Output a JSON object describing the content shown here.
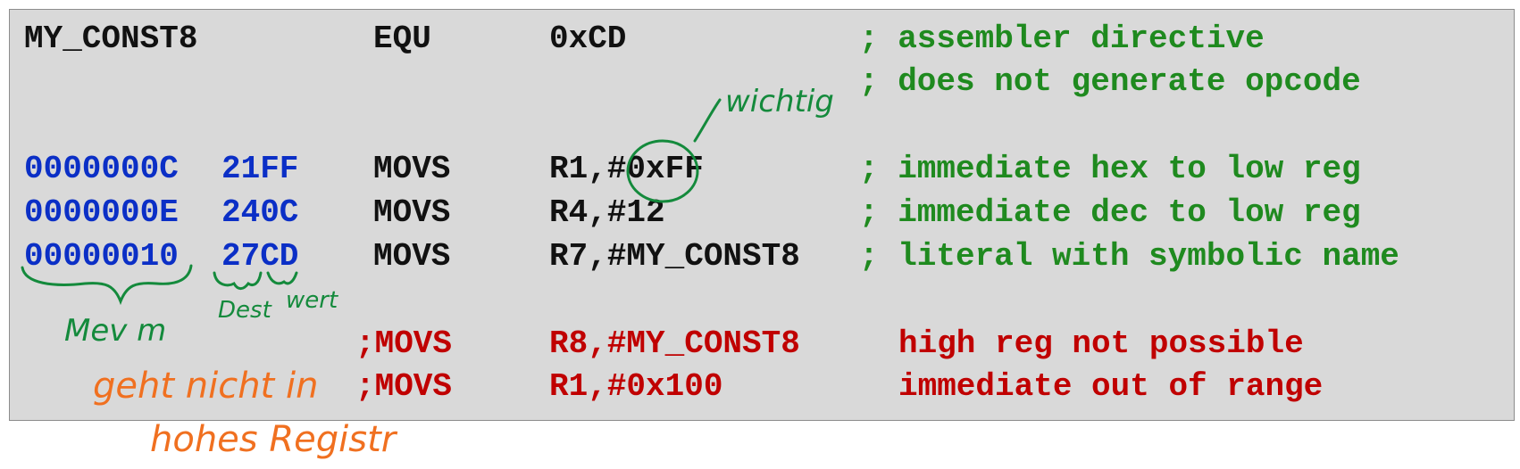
{
  "code_rows": [
    {
      "addr": "",
      "opcode": "",
      "mnemonic": "MY_CONST8",
      "directive": "EQU",
      "operand": "0xCD",
      "comment": "; assembler directive"
    },
    {
      "comment": "; does not generate opcode"
    },
    {
      "addr": "0000000C",
      "opcode": "21FF",
      "mnemonic": "MOVS",
      "operand": "R1,#0xFF",
      "comment": "; immediate hex to low reg"
    },
    {
      "addr": "0000000E",
      "opcode": "240C",
      "mnemonic": "MOVS",
      "operand": "R4,#12",
      "comment": "; immediate dec to low reg"
    },
    {
      "addr": "00000010",
      "opcode": "27CD",
      "mnemonic": "MOVS",
      "operand": "R7,#MY_CONST8",
      "comment": "; literal with symbolic name"
    },
    {
      "mnemonic": ";MOVS",
      "operand": "R8,#MY_CONST8",
      "comment": "high reg not possible"
    },
    {
      "mnemonic": ";MOVS",
      "operand": "R1,#0x100",
      "comment": "immediate out of range"
    }
  ],
  "annotations": {
    "wichtig": "wichtig",
    "mem": "Mev m",
    "dest": "Dest",
    "wert": "wert",
    "orange_line1": "geht nicht in",
    "orange_line2": "hohes Registr"
  },
  "colors": {
    "background": "#d9d9d9",
    "code_black": "#111111",
    "address_blue": "#0b2fc6",
    "comment_green": "#1f8a1f",
    "error_red": "#c00000",
    "ink_green": "#148a3c",
    "ink_orange": "#f07020"
  }
}
